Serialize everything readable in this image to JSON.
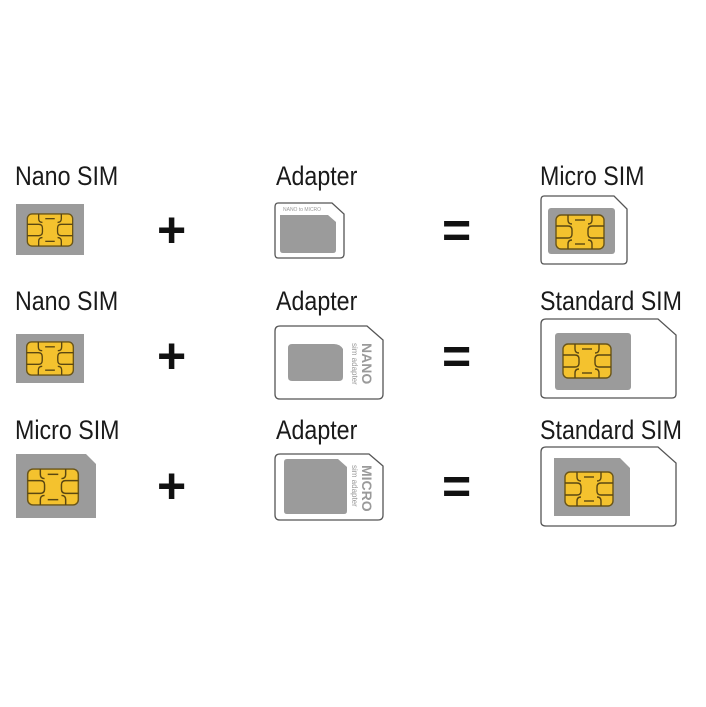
{
  "rows": [
    {
      "left_label": "Nano SIM",
      "adapter_label": "Adapter",
      "result_label": "Micro SIM",
      "adapter_text": "NANO to MICRO"
    },
    {
      "left_label": "Nano SIM",
      "adapter_label": "Adapter",
      "result_label": "Standard SIM",
      "adapter_brand": "NANO",
      "adapter_sub": "sim adapter"
    },
    {
      "left_label": "Micro SIM",
      "adapter_label": "Adapter",
      "result_label": "Standard SIM",
      "adapter_brand": "MICRO",
      "adapter_sub": "sim adapter"
    }
  ],
  "operators": {
    "plus": "+",
    "equals": "="
  },
  "colors": {
    "chip": "#f4c22e",
    "card_gray": "#9b9b9b",
    "outline": "#555555"
  }
}
